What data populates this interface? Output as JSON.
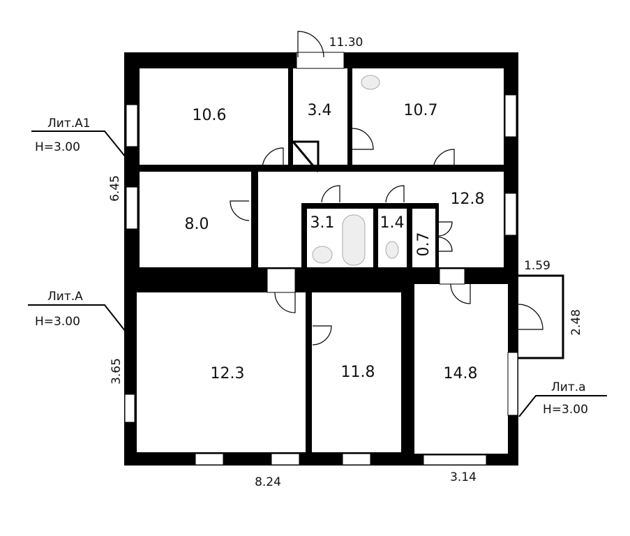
{
  "rooms": {
    "r1": "10.6",
    "r2": "3.4",
    "r3": "10.7",
    "r4": "8.0",
    "r5": "12.8",
    "r6": "3.1",
    "r7": "1.4",
    "r8": "0.7",
    "r9": "12.3",
    "r10": "11.8",
    "r11": "14.8"
  },
  "dimensions": {
    "top": "11.30",
    "left_upper": "6.45",
    "left_lower": "3.65",
    "bottom_left": "8.24",
    "bottom_right": "3.14",
    "porch_width": "1.59",
    "porch_depth": "2.48"
  },
  "labels": {
    "lit_a1": "Лит.А1",
    "lit_a1_h": "H=3.00",
    "lit_a": "Лит.А",
    "lit_a_h": "H=3.00",
    "lit_a_small": "Лит.а",
    "lit_a_small_h": "H=3.00"
  }
}
